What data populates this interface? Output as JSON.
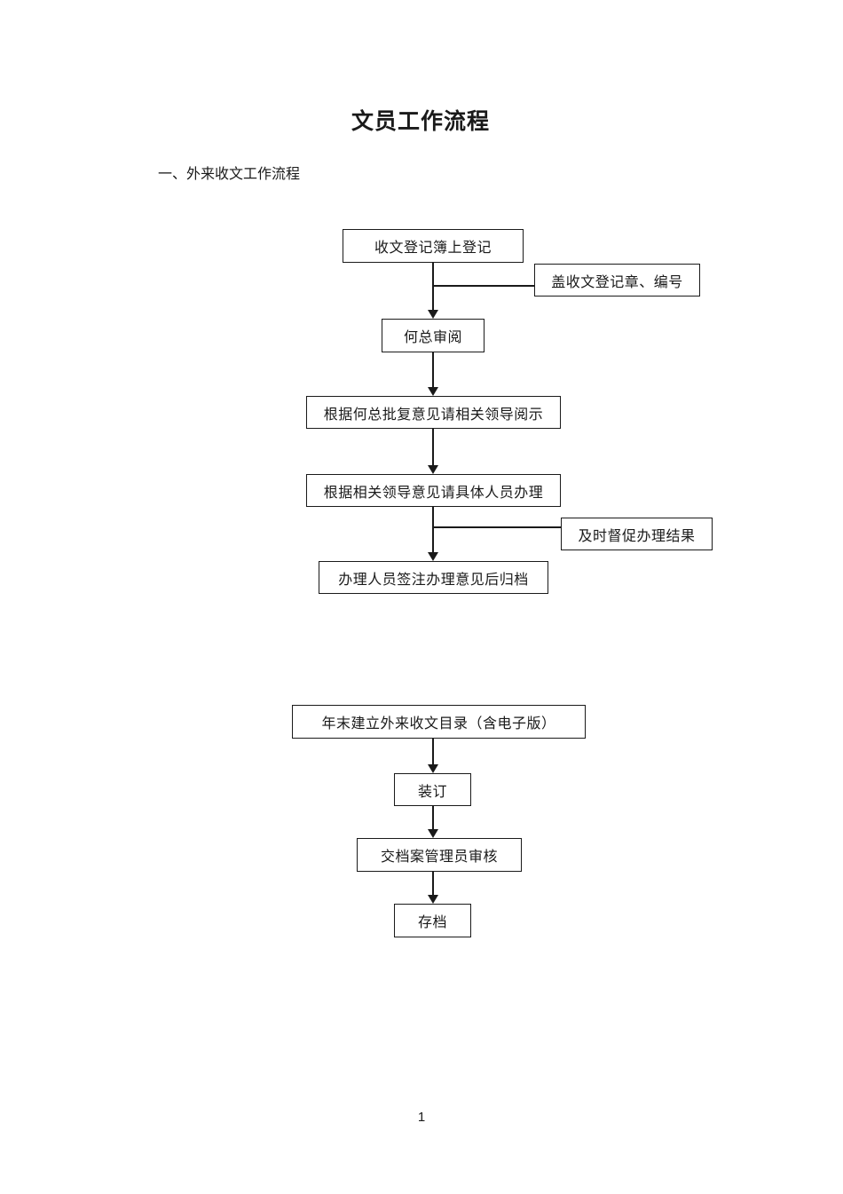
{
  "document": {
    "title": "文员工作流程",
    "section_heading": "一、外来收文工作流程",
    "page_number": "1"
  },
  "flowchart": {
    "colors": {
      "ink": "#1a1a1a",
      "background": "#ffffff"
    },
    "nodes": [
      {
        "id": "register",
        "type": "step",
        "label": "收文登记簿上登记"
      },
      {
        "id": "stamp-number",
        "type": "annotation",
        "label": "盖收文登记章、编号"
      },
      {
        "id": "gm-review",
        "type": "step",
        "label": "何总审阅"
      },
      {
        "id": "leaders-review",
        "type": "step",
        "label": "根据何总批复意见请相关领导阅示"
      },
      {
        "id": "assign-handler",
        "type": "step",
        "label": "根据相关领导意见请具体人员办理"
      },
      {
        "id": "supervise-results",
        "type": "annotation",
        "label": "及时督促办理结果"
      },
      {
        "id": "sign-and-archive",
        "type": "step",
        "label": "办理人员签注办理意见后归档"
      },
      {
        "id": "year-end-directory",
        "type": "step",
        "label": "年末建立外来收文目录（含电子版）"
      },
      {
        "id": "binding",
        "type": "step",
        "label": "装订"
      },
      {
        "id": "archivist-review",
        "type": "step",
        "label": "交档案管理员审核"
      },
      {
        "id": "archive",
        "type": "step",
        "label": "存档"
      }
    ]
  }
}
